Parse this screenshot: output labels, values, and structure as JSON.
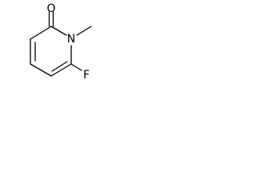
{
  "structure": {
    "atoms": [
      {
        "id": "O",
        "label": "O"
      },
      {
        "id": "N",
        "label": "N"
      },
      {
        "id": "F",
        "label": "F"
      }
    ],
    "line_color": "#000000",
    "background": "#ffffff"
  }
}
